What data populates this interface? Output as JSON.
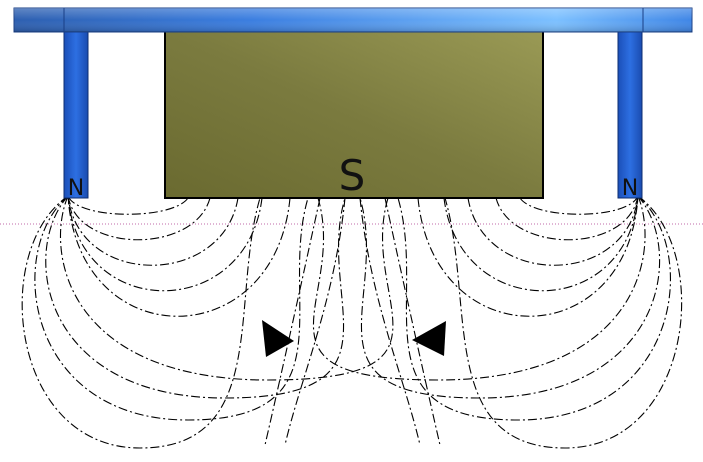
{
  "labels": {
    "center_pole": "S",
    "left_pole": "N",
    "right_pole": "N"
  },
  "colors": {
    "top_bar": "#3a7fe0",
    "side_legs": "#2160d6",
    "magnet_block": "#7a7a3e",
    "field_lines": "#000000",
    "reference_line": "#c06aa8"
  }
}
